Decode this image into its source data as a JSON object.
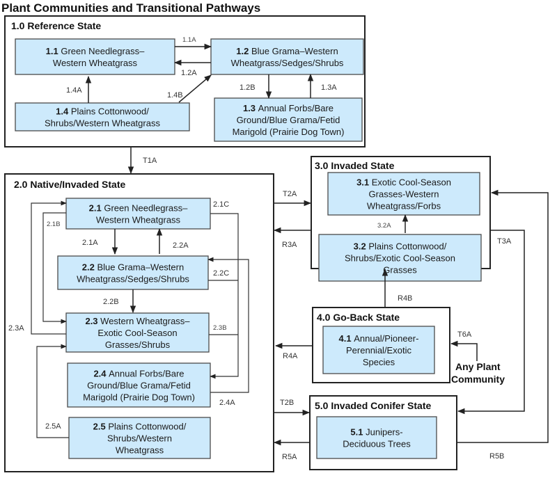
{
  "title": "Plant Communities and Transitional Pathways",
  "states": {
    "s1": {
      "title": "1.0 Reference State",
      "communities": {
        "c11": {
          "num": "1.1",
          "lines": [
            "Green Needlegrass–",
            "Western Wheatgrass"
          ]
        },
        "c12": {
          "num": "1.2",
          "lines": [
            "Blue Grama–Western",
            "Wheatgrass/Sedges/Shrubs"
          ]
        },
        "c13": {
          "num": "1.3",
          "lines": [
            "Annual Forbs/Bare",
            "Ground/Blue Grama/Fetid",
            "Marigold (Prairie Dog Town)"
          ]
        },
        "c14": {
          "num": "1.4",
          "lines": [
            "Plains Cottonwood/",
            "Shrubs/Western Wheatgrass"
          ]
        }
      }
    },
    "s2": {
      "title": "2.0 Native/Invaded State",
      "communities": {
        "c21": {
          "num": "2.1",
          "lines": [
            "Green Needlegrass–",
            "Western Wheatgrass"
          ]
        },
        "c22": {
          "num": "2.2",
          "lines": [
            "Blue Grama–Western",
            "Wheatgrass/Sedges/Shrubs"
          ]
        },
        "c23": {
          "num": "2.3",
          "lines": [
            "Western Wheatgrass–",
            "Exotic Cool-Season",
            "Grasses/Shrubs"
          ]
        },
        "c24": {
          "num": "2.4",
          "lines": [
            "Annual Forbs/Bare",
            "Ground/Blue Grama/Fetid",
            "Marigold (Prairie Dog Town)"
          ]
        },
        "c25": {
          "num": "2.5",
          "lines": [
            "Plains Cottonwood/",
            "Shrubs/Western",
            "Wheatgrass"
          ]
        }
      }
    },
    "s3": {
      "title": "3.0 Invaded State",
      "communities": {
        "c31": {
          "num": "3.1",
          "lines": [
            "Exotic Cool-Season",
            "Grasses-Western",
            "Wheatgrass/Forbs"
          ]
        },
        "c32": {
          "num": "3.2",
          "lines": [
            "Plains Cottonwood/",
            "Shrubs/Exotic Cool-Season",
            "Grasses"
          ]
        }
      }
    },
    "s4": {
      "title": "4.0 Go-Back State",
      "communities": {
        "c41": {
          "num": "4.1",
          "lines": [
            "Annual/Pioneer-",
            "Perennial/Exotic",
            "Species"
          ]
        }
      }
    },
    "s5": {
      "title": "5.0  Invaded Conifer State",
      "communities": {
        "c51": {
          "num": "5.1",
          "lines": [
            "Junipers-",
            "Deciduous Trees"
          ]
        }
      }
    }
  },
  "any_plant_community": [
    "Any Plant",
    "Community"
  ],
  "pathways": {
    "p11A": "1.1A",
    "p12A": "1.2A",
    "p12B": "1.2B",
    "p13A": "1.3A",
    "p14A": "1.4A",
    "p14B": "1.4B",
    "p21A": "2.1A",
    "p21B": "2.1B",
    "p21C": "2.1C",
    "p22A": "2.2A",
    "p22B": "2.2B",
    "p22C": "2.2C",
    "p23A": "2.3A",
    "p23B": "2.3B",
    "p24A": "2.4A",
    "p25A": "2.5A",
    "p32A": "3.2A"
  },
  "transitions": {
    "T1A": "T1A",
    "T2A": "T2A",
    "T2B": "T2B",
    "T3A": "T3A",
    "T6A": "T6A",
    "R3A": "R3A",
    "R4A": "R4A",
    "R4B": "R4B",
    "R5A": "R5A",
    "R5B": "R5B"
  },
  "colors": {
    "community_fill": "#cdeafc",
    "community_border": "#4a4a4a",
    "state_border": "#222222"
  }
}
